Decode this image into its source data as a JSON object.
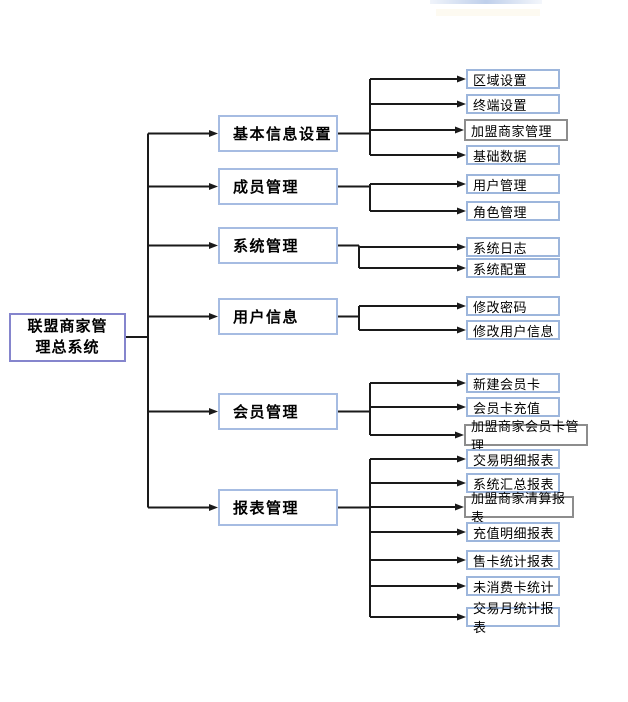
{
  "colors": {
    "line": "#1a1a1a",
    "root_border": "#8585cd",
    "module_border": "#a6bce2",
    "leaf_border": "#9db6dc",
    "gray_border": "#8d8d8d"
  },
  "diagram": {
    "root": {
      "id": "alliance-merchant-system",
      "label": "联盟商家管\n理总系统"
    },
    "groups": [
      {
        "id": "basic-info-settings",
        "label": "基本信息设置",
        "children": [
          {
            "id": "region-settings",
            "label": "区域设置"
          },
          {
            "id": "terminal-settings",
            "label": "终端设置"
          },
          {
            "id": "franchise-merchant-management",
            "label": "加盟商家管理",
            "style": "gray"
          },
          {
            "id": "basic-data",
            "label": "基础数据"
          }
        ]
      },
      {
        "id": "member-management",
        "label": "成员管理",
        "children": [
          {
            "id": "user-management",
            "label": "用户管理"
          },
          {
            "id": "role-management",
            "label": "角色管理"
          }
        ]
      },
      {
        "id": "system-management",
        "label": "系统管理",
        "children": [
          {
            "id": "system-log",
            "label": "系统日志"
          },
          {
            "id": "system-config",
            "label": "系统配置"
          }
        ]
      },
      {
        "id": "user-info",
        "label": "用户信息",
        "children": [
          {
            "id": "change-password",
            "label": "修改密码"
          },
          {
            "id": "edit-user-info",
            "label": "修改用户信息"
          }
        ]
      },
      {
        "id": "membership-management",
        "label": "会员管理",
        "children": [
          {
            "id": "new-member-card",
            "label": "新建会员卡"
          },
          {
            "id": "member-card-recharge",
            "label": "会员卡充值"
          },
          {
            "id": "franchise-member-card-management",
            "label": "加盟商家会员卡管理",
            "style": "gray"
          }
        ]
      },
      {
        "id": "report-management",
        "label": "报表管理",
        "children": [
          {
            "id": "transaction-detail-report",
            "label": "交易明细报表"
          },
          {
            "id": "system-summary-report",
            "label": "系统汇总报表"
          },
          {
            "id": "franchise-settlement-report",
            "label": "加盟商家清算报表",
            "style": "gray"
          },
          {
            "id": "recharge-detail-report",
            "label": "充值明细报表"
          },
          {
            "id": "card-sales-report",
            "label": "售卡统计报表"
          },
          {
            "id": "unconsumed-card-stats",
            "label": "未消费卡统计"
          },
          {
            "id": "monthly-transaction-report",
            "label": "交易月统计报表"
          }
        ]
      }
    ]
  }
}
